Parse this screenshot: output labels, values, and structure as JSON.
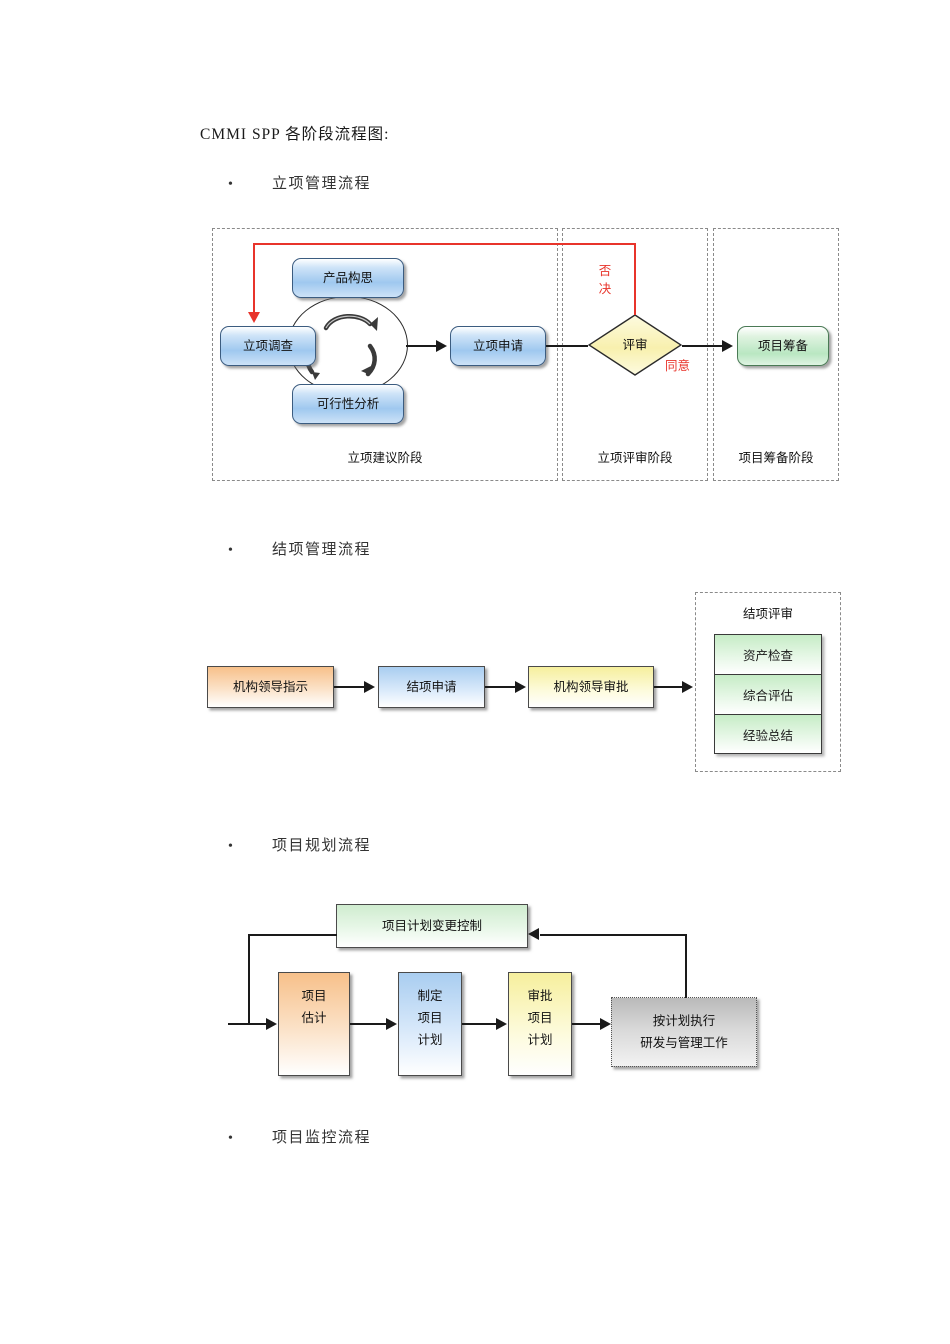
{
  "document": {
    "title": "CMMI SPP 各阶段流程图:",
    "bullets": [
      {
        "marker": "•",
        "label": "立项管理流程"
      },
      {
        "marker": "•",
        "label": "结项管理流程"
      },
      {
        "marker": "•",
        "label": "项目规划流程"
      },
      {
        "marker": "•",
        "label": "项目监控流程"
      }
    ]
  },
  "figure1": {
    "name": "立项管理流程",
    "panels": [
      {
        "label": "立项建议阶段"
      },
      {
        "label": "立项评审阶段"
      },
      {
        "label": "项目筹备阶段"
      }
    ],
    "nodes": {
      "survey": "立项调查",
      "concept": "产品构思",
      "feasibility": "可行性分析",
      "application": "立项申请",
      "review": "评审",
      "prepare": "项目筹备"
    },
    "edge_labels": {
      "reject": "否决",
      "agree": "同意"
    },
    "colors": {
      "reject_line": "#e8342b",
      "review_fill": "#faf3b4",
      "prepare_fill": "#cdeccf",
      "node_fill": "#9fc8ef"
    }
  },
  "figure2": {
    "name": "结项管理流程",
    "nodes": {
      "instruction": "机构领导指示",
      "application": "结项申请",
      "approval": "机构领导审批"
    },
    "panel": {
      "label": "结项评审",
      "items": [
        "资产检查",
        "综合评估",
        "经验总结"
      ]
    },
    "colors": {
      "instruction_fill": "#f7c08a",
      "application_fill": "#a9cdf0",
      "approval_fill": "#f6ef9d",
      "item_fill": "#c6ecc6"
    }
  },
  "figure3": {
    "name": "项目规划流程",
    "nodes": {
      "change_control": "项目计划变更控制",
      "estimate": [
        "项目",
        "估计"
      ],
      "make_plan": [
        "制定",
        "项目",
        "计划"
      ],
      "approve_plan": [
        "审批",
        "项目",
        "计划"
      ],
      "execute": [
        "按计划执行",
        "研发与管理工作"
      ]
    },
    "colors": {
      "change_control_fill": "#cfeccf",
      "estimate_fill": "#f7c08a",
      "make_plan_fill": "#a9cdf0",
      "approve_plan_fill": "#f6ef9d",
      "execute_fill": "#b9b9b9"
    }
  }
}
